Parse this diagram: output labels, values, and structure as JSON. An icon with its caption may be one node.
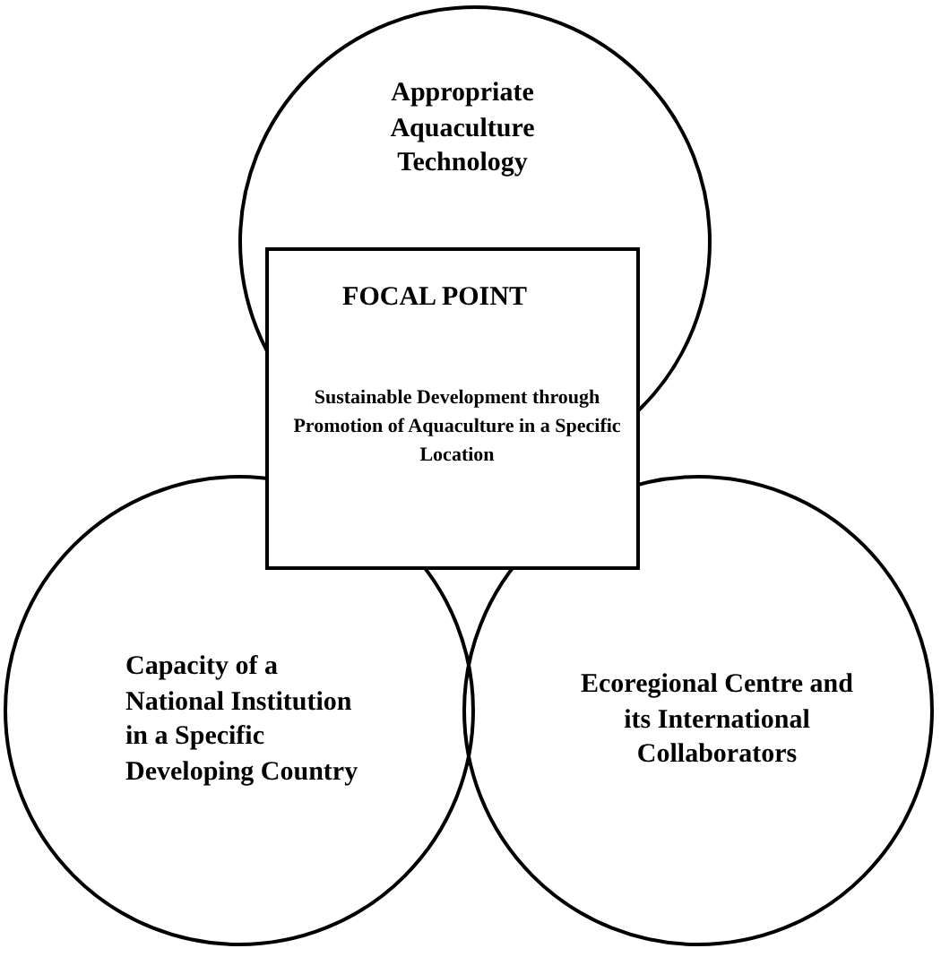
{
  "diagram": {
    "nodes": [
      {
        "text": [
          "Appropriate Aquaculture Technology"
        ]
      },
      {
        "text": [
          "FOCAL POINT",
          "Sustainable Development through Promotion of Aquaculture in a Specific Location"
        ]
      },
      {
        "text": [
          "Capacity of a National Institution in a Specific Developing Country"
        ]
      },
      {
        "text": [
          "Ecoregional Centre and its International Collaborators"
        ]
      }
    ]
  }
}
